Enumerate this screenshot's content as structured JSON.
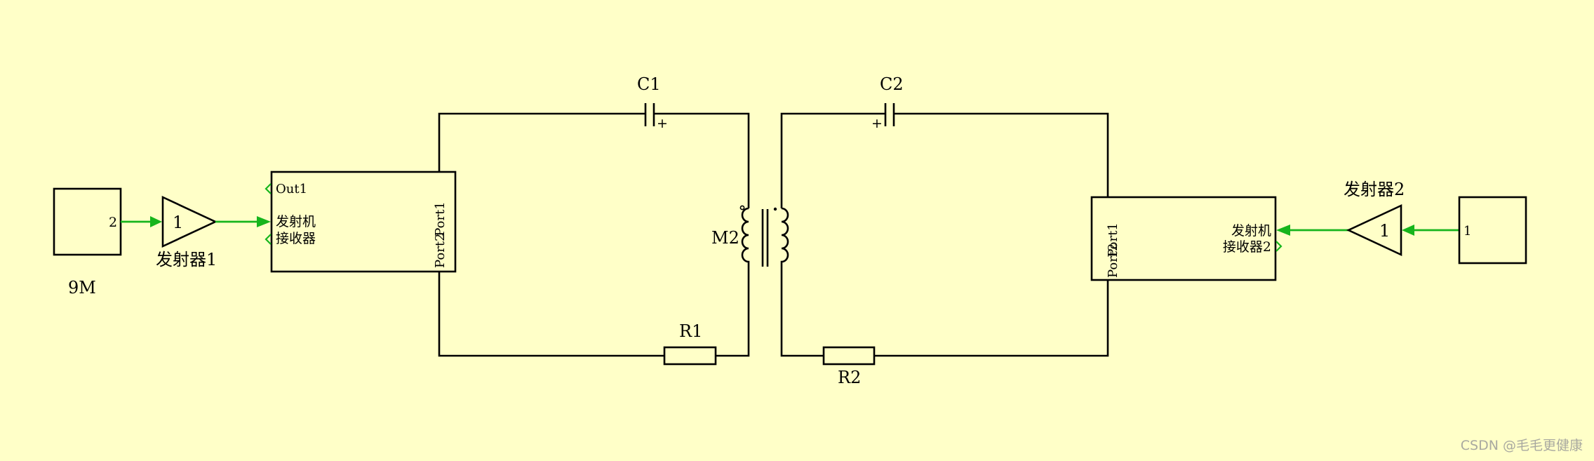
{
  "diagram": {
    "source_block": {
      "port_number": "2",
      "label": "9M"
    },
    "gain1": {
      "value": "1",
      "label": "发射器1"
    },
    "tx_rx1": {
      "port_out": "Out1",
      "text_line1": "发射机",
      "text_line2": "接收器",
      "port_p1": "Port1",
      "port_p2": "Port2"
    },
    "capacitor1": {
      "label": "C1",
      "polarity": "+"
    },
    "resistor1": {
      "label": "R1"
    },
    "mutual_inductor": {
      "label": "M2"
    },
    "capacitor2": {
      "label": "C2",
      "polarity": "+"
    },
    "resistor2": {
      "label": "R2"
    },
    "tx_rx2": {
      "text_line1": "发射机",
      "text_line2": "接收器2",
      "port_p1": "Port1",
      "port_p2": "Port2"
    },
    "gain2": {
      "value": "1",
      "label": "发射器2"
    },
    "sink_block": {
      "port_number": "1"
    }
  },
  "watermark": "CSDN @毛毛更健康",
  "colors": {
    "background": "#ffffc8",
    "signal": "#16b51c",
    "line": "#000000"
  }
}
